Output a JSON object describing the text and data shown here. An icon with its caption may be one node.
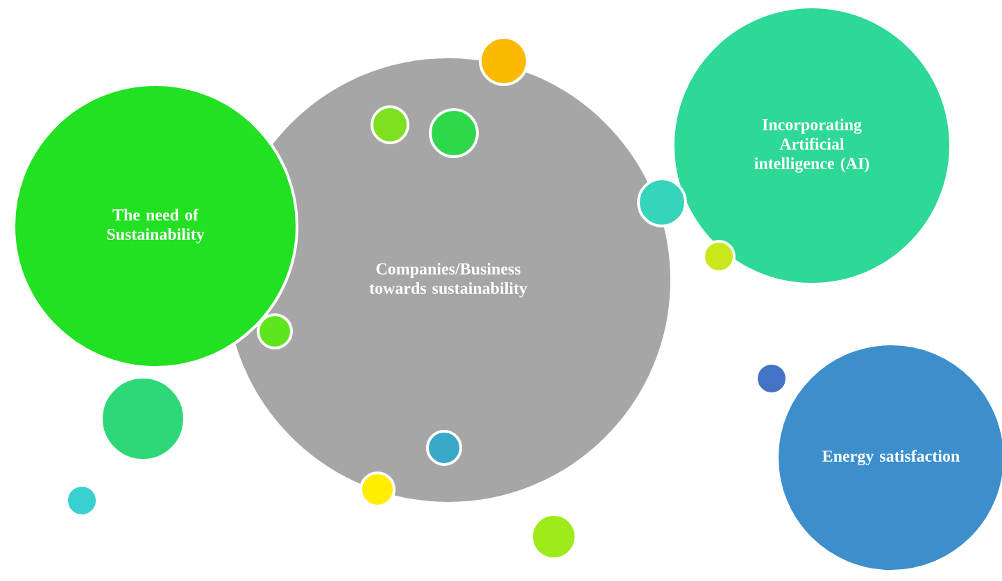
{
  "diagram": {
    "nodes": [
      {
        "text": [
          "Companies/Business towards sustainability"
        ]
      },
      {
        "text": [
          "The need of Sustainability"
        ]
      },
      {
        "text": [
          "Incorporating Artificial intelligence (AI)"
        ]
      },
      {
        "text": [
          "Energy satisfaction"
        ]
      }
    ]
  }
}
